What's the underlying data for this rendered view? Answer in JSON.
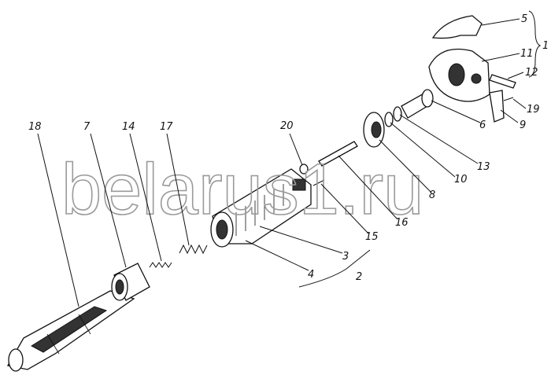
{
  "title": "Exploded view of shaft assembly",
  "watermark": "belarus1.ru",
  "labels": {
    "p18": "18",
    "p7": "7",
    "p14": "14",
    "p17": "17",
    "p20": "20",
    "p5": "5",
    "p1": "1",
    "p11": "11",
    "p12": "12",
    "p19": "19",
    "p9": "9",
    "p6": "6",
    "p13": "13",
    "p10": "10",
    "p8": "8",
    "p16": "16",
    "p15": "15",
    "p3": "3",
    "p4": "4",
    "p2": "2"
  }
}
